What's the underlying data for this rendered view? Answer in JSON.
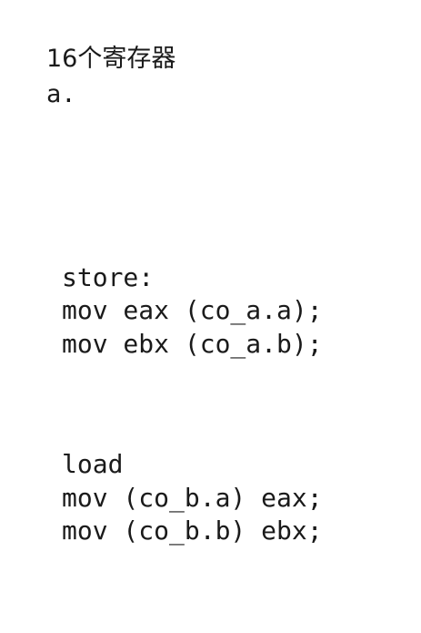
{
  "heading": "16个寄存器",
  "subheading": "a.",
  "store_block": {
    "label": "store:",
    "lines": [
      "mov eax (co_a.a);",
      "mov ebx (co_a.b);"
    ]
  },
  "load_block": {
    "label": "load",
    "lines": [
      "mov (co_b.a) eax;",
      "mov (co_b.b) ebx;"
    ]
  }
}
